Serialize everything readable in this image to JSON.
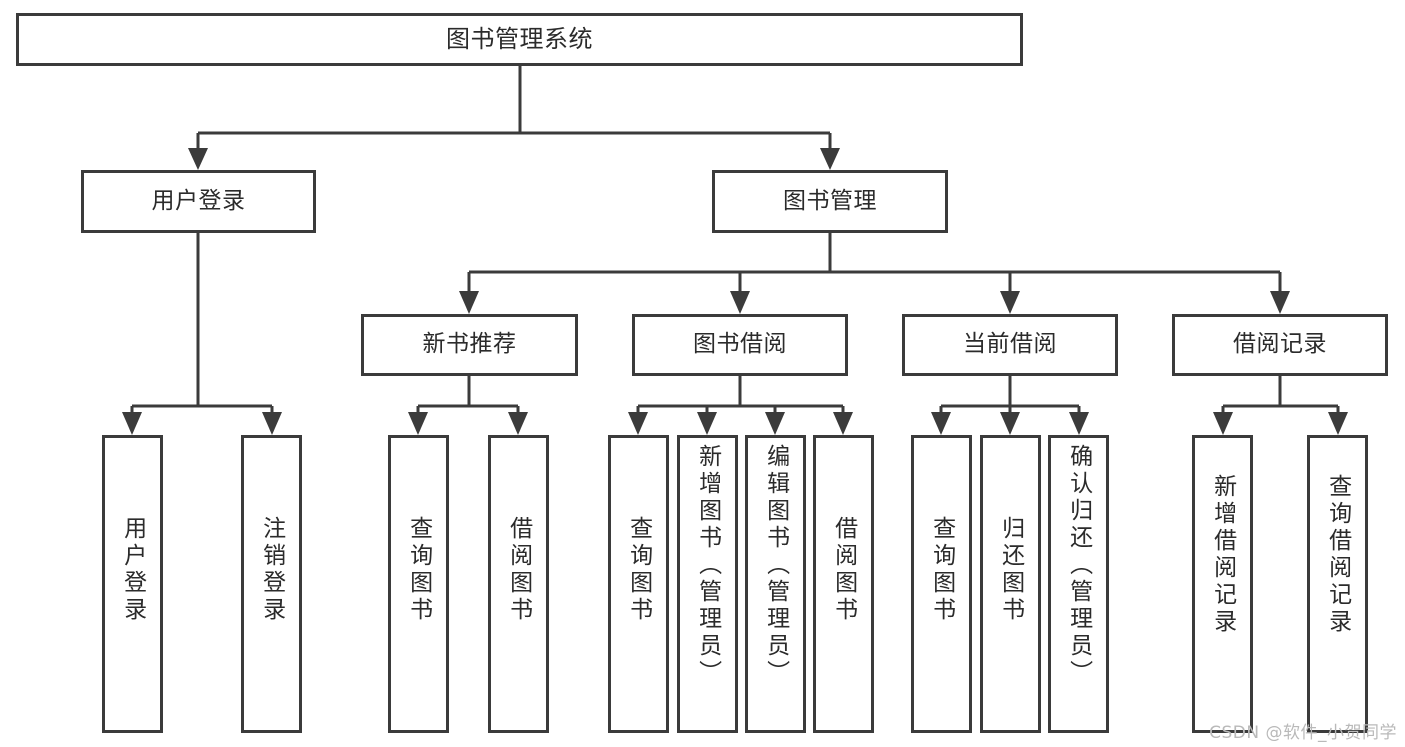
{
  "diagram": {
    "type": "tree",
    "title": "图书管理系统",
    "root": {
      "label": "图书管理系统"
    },
    "level2": [
      {
        "label": "用户登录"
      },
      {
        "label": "图书管理"
      }
    ],
    "level3": [
      {
        "label": "新书推荐"
      },
      {
        "label": "图书借阅"
      },
      {
        "label": "当前借阅"
      },
      {
        "label": "借阅记录"
      }
    ],
    "leaves": {
      "user_login": [
        {
          "label": "用户登录"
        },
        {
          "label": "注销登录"
        }
      ],
      "new_book_recommend": [
        {
          "label": "查询图书"
        },
        {
          "label": "借阅图书"
        }
      ],
      "book_borrow": [
        {
          "label": "查询图书"
        },
        {
          "label": "新增图书（管理员）"
        },
        {
          "label": "编辑图书（管理员）"
        },
        {
          "label": "借阅图书"
        }
      ],
      "current_borrow": [
        {
          "label": "查询图书"
        },
        {
          "label": "归还图书"
        },
        {
          "label": "确认归还（管理员）"
        }
      ],
      "borrow_record": [
        {
          "label": "新增借阅记录"
        },
        {
          "label": "查询借阅记录"
        }
      ]
    }
  },
  "watermark": {
    "text": "CSDN @软件_小贺同学"
  },
  "colors": {
    "border": "#3b3b3b",
    "background": "#ffffff",
    "text": "#2b2b2b",
    "watermark": "#b9b9b9"
  }
}
